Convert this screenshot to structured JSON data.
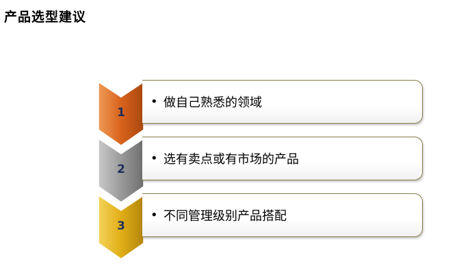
{
  "title": "产品选型建议",
  "steps": [
    {
      "number": "1",
      "bullet": "•",
      "text": "做自己熟悉的领域",
      "color": "#d8621c",
      "light": "#ee9a55",
      "dark": "#a9480f"
    },
    {
      "number": "2",
      "bullet": "•",
      "text": "选有卖点或有市场的产品",
      "color": "#9a9a9a",
      "light": "#c9c9c9",
      "dark": "#6e6e6e"
    },
    {
      "number": "3",
      "bullet": "•",
      "text": "不同管理级别产品搭配",
      "color": "#e0ae16",
      "light": "#f5d25a",
      "dark": "#b3850a"
    }
  ]
}
